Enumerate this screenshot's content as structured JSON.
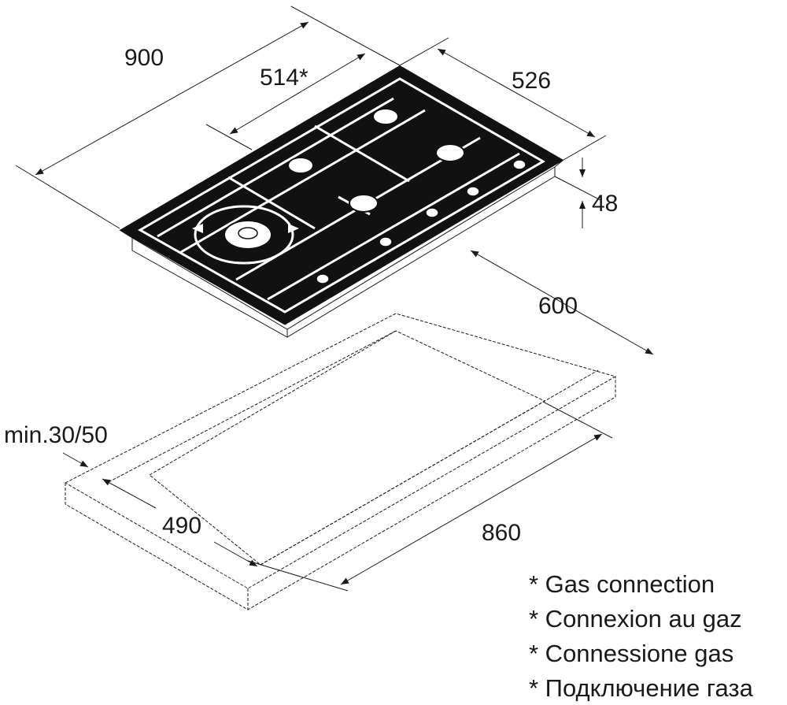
{
  "dimensions": {
    "width_total": "900",
    "gas_connection_offset": "514*",
    "depth_total": "526",
    "height": "48",
    "worktop_depth": "600",
    "worktop_thickness": "min.30/50",
    "cutout_depth": "490",
    "cutout_width": "860"
  },
  "legend": [
    "* Gas connection",
    "* Connexion au gaz",
    "* Connessione gas",
    "* Подключение газа"
  ],
  "colors": {
    "hob": "#111111",
    "line": "#1a1a1a"
  }
}
